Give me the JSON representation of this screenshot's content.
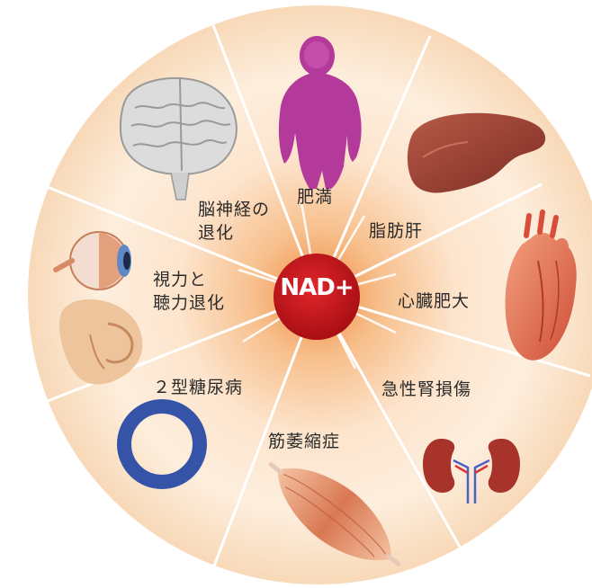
{
  "center": {
    "label": "NAD+"
  },
  "labels": {
    "obesity": "肥満",
    "fatty_liver": "脂肪肝",
    "cardiac_hypertrophy": "心臓肥大",
    "acute_kidney_injury": "急性腎損傷",
    "muscle_atrophy": "筋萎縮症",
    "type2_diabetes": "２型糖尿病",
    "vision_hearing_line1": "視力と",
    "vision_hearing_line2": "聴力退化",
    "neuro_line1": "脳神経の",
    "neuro_line2": "退化"
  },
  "colors": {
    "center_red": "#c8151d",
    "disc_light": "#fdeedd",
    "disc_mid": "#f6c99a",
    "glow": "#f29a55",
    "divider": "#ffffff"
  },
  "icons": [
    "body-silhouette-icon",
    "liver-icon",
    "heart-icon",
    "kidneys-icon",
    "muscle-icon",
    "ring-icon",
    "ear-icon",
    "eyeball-icon",
    "brain-icon"
  ]
}
